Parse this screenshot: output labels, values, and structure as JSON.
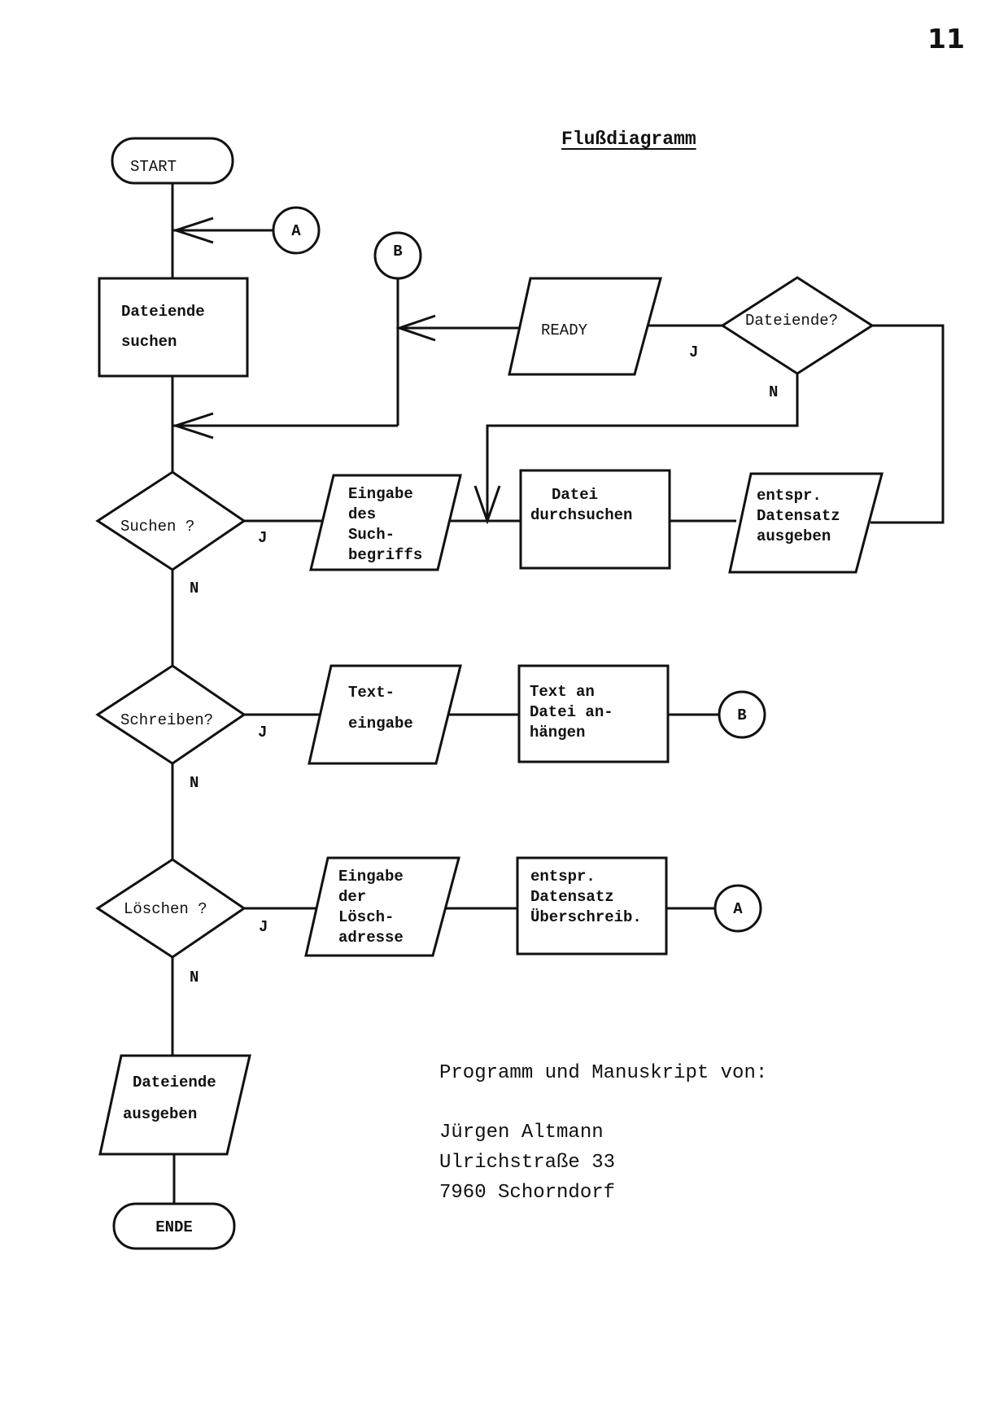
{
  "page_number": "11",
  "title": "Flußdiagramm",
  "nodes": {
    "start": "START",
    "connector_a_top": "A",
    "connector_b_top": "B",
    "dateiende_suchen": [
      "Dateiende",
      "suchen"
    ],
    "ready": "READY",
    "dateiende_decision": "Dateiende?",
    "suchen_decision": "Suchen ?",
    "eingabe_suchbegriff": [
      "Eingabe",
      "des",
      "Such-",
      "begriffs"
    ],
    "datei_durchsuchen": [
      "Datei",
      "durchsuchen"
    ],
    "datensatz_ausgeben": [
      "entspr.",
      "Datensatz",
      "ausgeben"
    ],
    "schreiben_decision": "Schreiben?",
    "texteingabe": [
      "Text-",
      "eingabe"
    ],
    "text_anhaengen": [
      "Text an",
      "Datei an-",
      "hängen"
    ],
    "connector_b_mid": "B",
    "loeschen_decision": "Löschen ?",
    "eingabe_loeschadresse": [
      "Eingabe",
      "der",
      "Lösch-",
      "adresse"
    ],
    "datensatz_ueberschreiben": [
      "entspr.",
      "Datensatz",
      "Überschreib."
    ],
    "connector_a_mid": "A",
    "dateiende_ausgeben": [
      "Dateiende",
      "ausgeben"
    ],
    "ende": "ENDE"
  },
  "edge_labels": {
    "dateiende_yes": "J",
    "dateiende_no": "N",
    "suchen_yes": "J",
    "suchen_no": "N",
    "schreiben_yes": "J",
    "schreiben_no": "N",
    "loeschen_yes": "J",
    "loeschen_no": "N"
  },
  "credits": {
    "heading": "Programm und Manuskript von:",
    "name": "Jürgen Altmann",
    "street": "Ulrichstraße 33",
    "city": "7960 Schorndorf"
  }
}
